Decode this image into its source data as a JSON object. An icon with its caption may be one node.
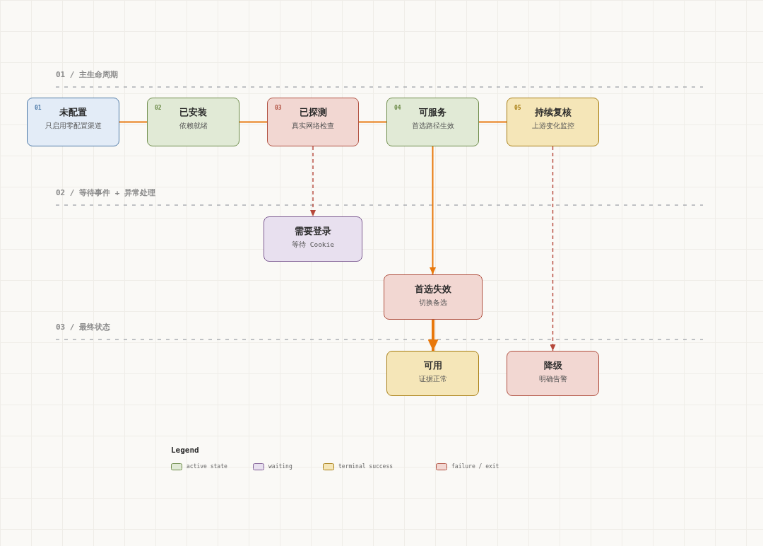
{
  "diagram": {
    "nodes": [
      {
        "text": [
          "01",
          "未配置",
          "只启用零配置渠道"
        ]
      },
      {
        "text": [
          "02",
          "已安装",
          "依赖就绪"
        ]
      },
      {
        "text": [
          "03",
          "已探测",
          "真实网络检查"
        ]
      },
      {
        "text": [
          "04",
          "可服务",
          "首选路径生效"
        ]
      },
      {
        "text": [
          "05",
          "持续复核",
          "上游变化监控"
        ]
      },
      {
        "text": [
          "需要登录",
          "等待 Cookie"
        ]
      },
      {
        "text": [
          "首选失效",
          "切换备选"
        ]
      },
      {
        "text": [
          "可用",
          "证据正常"
        ]
      },
      {
        "text": [
          "降级",
          "明确告警"
        ]
      }
    ],
    "edges": [
      {
        "from": 0,
        "to": 1,
        "arrow": "none"
      },
      {
        "from": 1,
        "to": 2,
        "arrow": "none"
      },
      {
        "from": 2,
        "to": 3,
        "arrow": "none"
      },
      {
        "from": 3,
        "to": 4,
        "arrow": "none"
      },
      {
        "from": 2,
        "to": 5,
        "arrow": "to",
        "style": "dashed",
        "color": "#b5473a"
      },
      {
        "from": 3,
        "to": 6,
        "arrow": "to"
      },
      {
        "from": 6,
        "to": 7,
        "arrow": "to",
        "style": "thick"
      },
      {
        "from": 4,
        "to": 8,
        "arrow": "to",
        "style": "dashed",
        "color": "#b5473a"
      }
    ],
    "labels": [
      "01 / 主生命周期",
      "02 / 等待事件 + 异常处理",
      "03 / 最终状态",
      "Legend"
    ],
    "legend": [
      {
        "text": "active state",
        "color": "#e1ead6"
      },
      {
        "text": "waiting",
        "color": "#e8e0ef"
      },
      {
        "text": "terminal success",
        "color": "#f5e6b8"
      },
      {
        "text": "failure / exit",
        "color": "#f2d7d2"
      }
    ]
  }
}
